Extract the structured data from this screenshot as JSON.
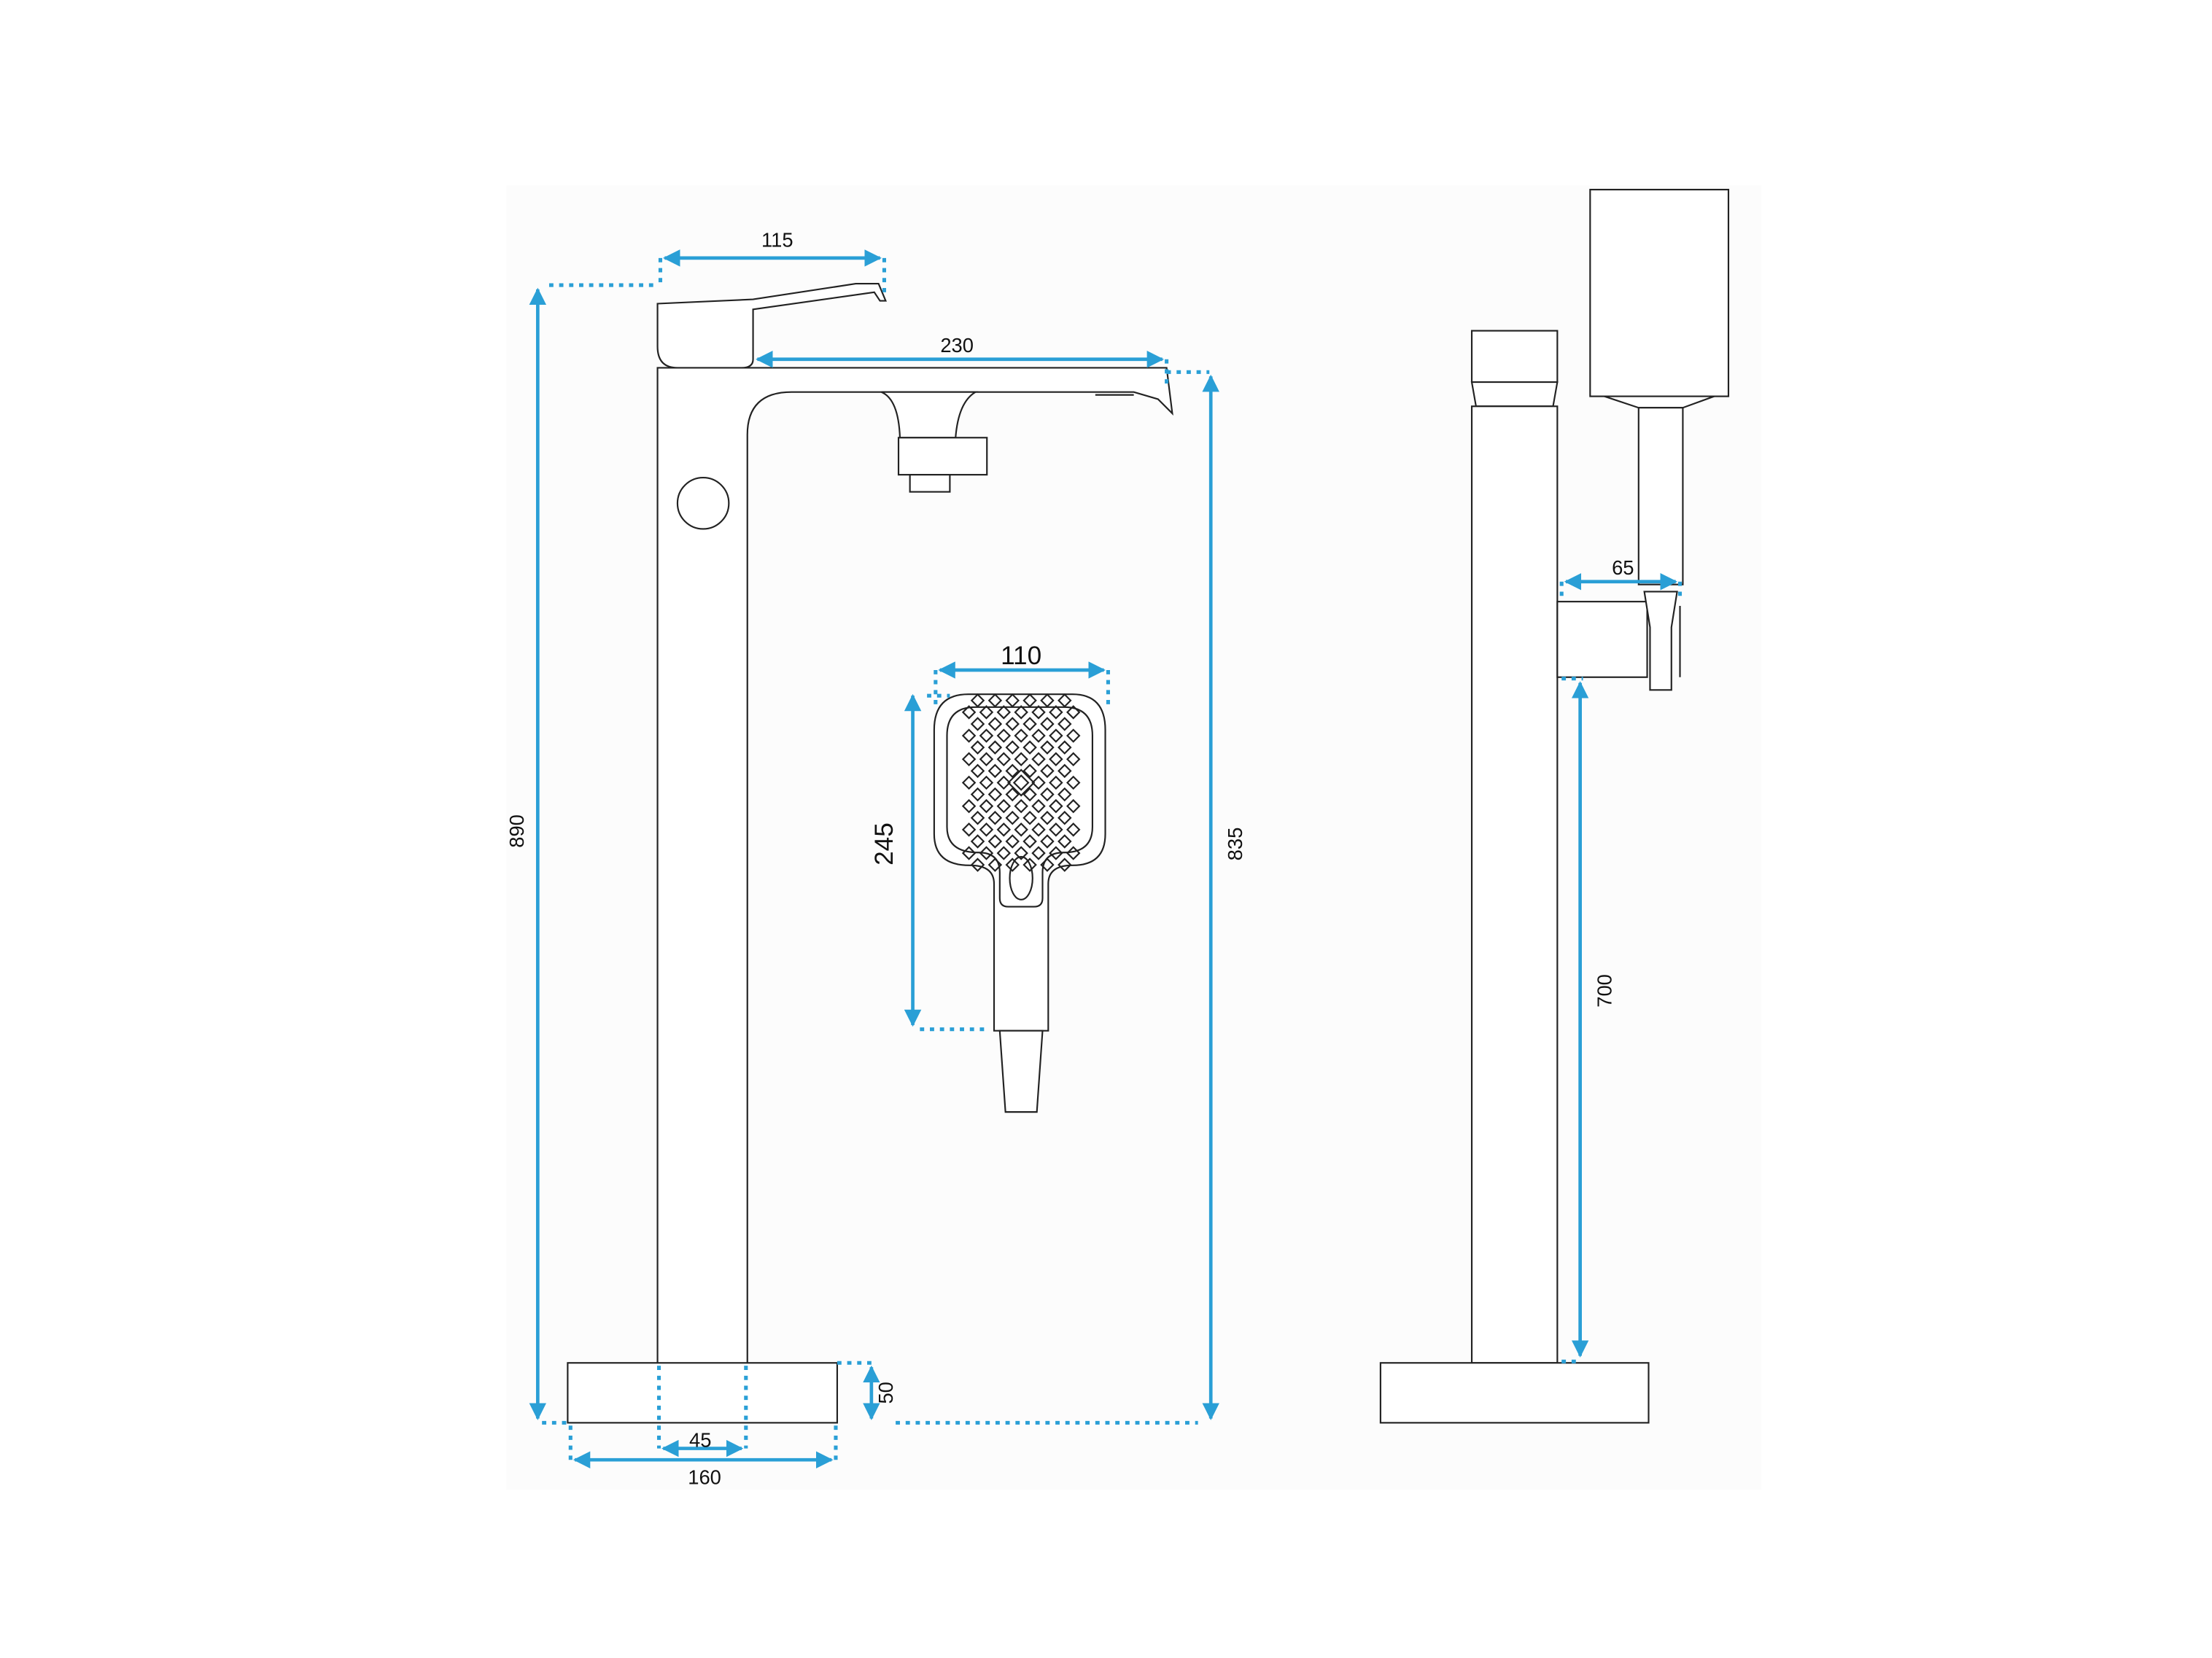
{
  "dimensions": {
    "lever_reach": "115",
    "spout_reach": "230",
    "total_height": "890",
    "spout_height": "835",
    "base_height": "50",
    "column_width": "45",
    "base_width": "160",
    "hand_shower_width": "110",
    "hand_shower_length": "245",
    "holder_depth": "65",
    "holder_height": "700"
  },
  "colors": {
    "dimension": "#2a9fd6",
    "outline": "#222222"
  }
}
